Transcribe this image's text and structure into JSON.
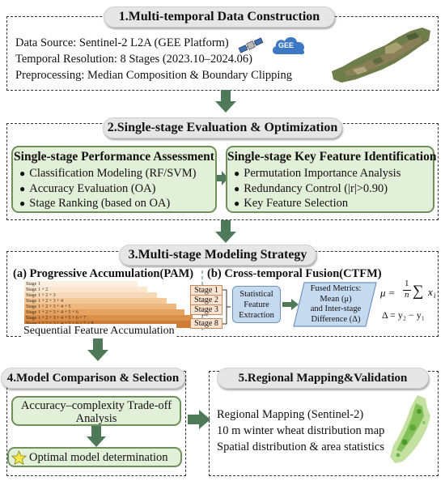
{
  "section1": {
    "title": "1.Multi-temporal Data Construction",
    "lines": [
      "Data Source: Sentinel-2 L2A (GEE Platform)",
      "Temporal Resolution: 8 Stages (2023.10–2024.06)",
      "Preprocessing: Median Composition & Boundary Clipping"
    ],
    "gee_label": "GEE"
  },
  "section2": {
    "title": "2.Single-stage Evaluation & Optimization",
    "left": {
      "heading": "Single-stage Performance Assessment",
      "items": [
        "Classification Modeling (RF/SVM)",
        "Accuracy Evaluation (OA)",
        "Stage Ranking (based on OA)"
      ]
    },
    "right": {
      "heading": "Single-stage Key Feature Identification",
      "items": [
        "Permutation Importance Analysis",
        "Redundancy Control (|r|>0.90)",
        "Key Feature Selection"
      ]
    }
  },
  "section3": {
    "title": "3.Multi-stage Modeling Strategy",
    "pam": {
      "heading": "(a) Progressive Accumulation(PAM)",
      "steps": [
        "Stage 1",
        "Stage 1 + 2",
        "Stage 1 + 2 + 3",
        "Stage 1 + 2 + 3 + 4",
        "Stage 1 + 2 + 3 + 4 + 5",
        "Stage 1 + 2 + 3 + 4 + 5 + 6",
        "Stage 1 + 2 + 3 + 4 + 5 + 6 + 7",
        "Stage 1 + 2 + 3 + 4 + 5 + 6 + 7 + 8"
      ],
      "caption": "Sequential Feature Accumulation"
    },
    "ctfm": {
      "heading": "(b) Cross-temporal Fusion(CTFM)",
      "stages": [
        "Stage 1",
        "Stage 2",
        "Stage 3",
        "Stage 8"
      ],
      "ellipsis": "...",
      "extraction": [
        "Statistical",
        "Feature",
        "Extraction"
      ],
      "fused": [
        "Fused Metrics:",
        "Mean (μ)",
        "and Inter-stage",
        "Difference (Δ)"
      ],
      "formula_mu": "μ =",
      "formula_frac_num": "1",
      "formula_frac_den": "n",
      "formula_sum": "∑",
      "formula_x": "x",
      "formula_i": "i",
      "formula_delta": "Δ = y₂ − y₁"
    }
  },
  "section4": {
    "title": "4.Model Comparison & Selection",
    "tradeoff": [
      "Accuracy–complexity Trade-off",
      "Analysis"
    ],
    "optimal": "Optimal model determination"
  },
  "section5": {
    "title": "5.Regional Mapping&Validation",
    "lines": [
      "Regional Mapping (Sentinel-2)",
      "10 m winter wheat distribution map",
      "Spatial distribution & area statistics"
    ]
  },
  "colors": {
    "arrow": "#4f7a5a",
    "green_fill": "#e2efd9",
    "green_border": "#6f8f5b",
    "pill_fill": "#e6e6e6",
    "stage_fill": "#fbe3cf",
    "blue_fill": "#c5d9ef",
    "blue_border": "#6f93bd"
  }
}
